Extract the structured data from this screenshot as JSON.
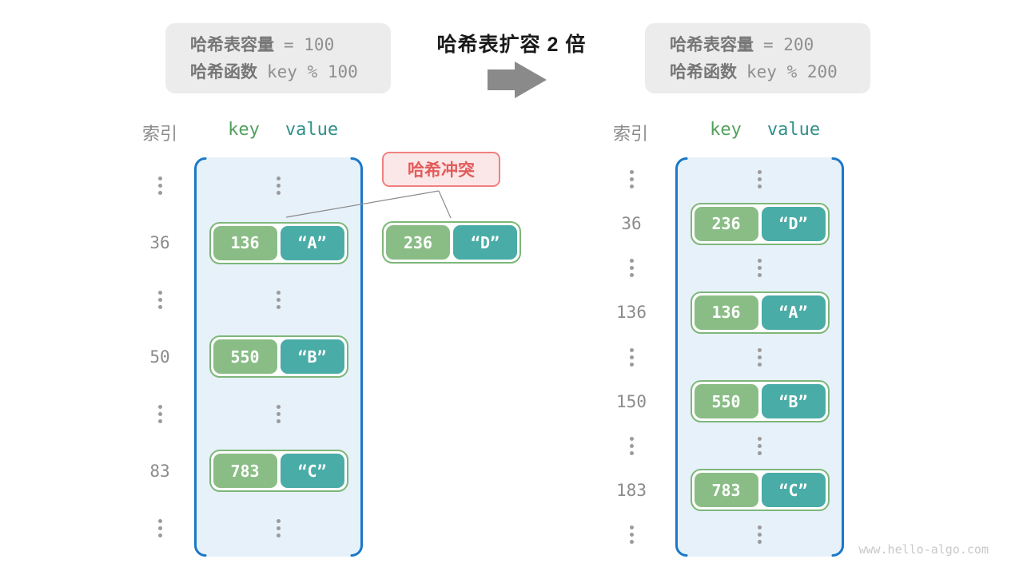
{
  "colors": {
    "accent-blue": "#1a78c8",
    "container-fill": "#e7f1fa",
    "key-green": "#8abd85",
    "pair-border-green": "#7db779",
    "value-teal": "#4aaca6",
    "header-key-green": "#52a05c",
    "header-value-teal": "#2f8f89",
    "conflict-red": "#e25c5c",
    "conflict-fill": "#fbe7e7",
    "conflict-border": "#f08080",
    "gray-text": "#8b8b8b",
    "dark-text": "#1a1a1a",
    "info-box-fill": "#ececec",
    "info-label-gray": "#767676",
    "info-value-gray": "#8f8f8f",
    "arrow-gray": "#8a8a8a",
    "watermark-gray": "#c9c9c9",
    "dots-gray": "#9b9b9b",
    "line-gray": "#8a8a8a"
  },
  "top": {
    "title": "哈希表扩容 2 倍",
    "left_box": {
      "lines": [
        {
          "label": "哈希表容量",
          "value": "= 100"
        },
        {
          "label": "哈希函数",
          "value": "key % 100"
        }
      ]
    },
    "right_box": {
      "lines": [
        {
          "label": "哈希表容量",
          "value": "= 200"
        },
        {
          "label": "哈希函数",
          "value": "key % 200"
        }
      ]
    }
  },
  "headers": {
    "index": "索引",
    "key": "key",
    "value": "value"
  },
  "left_table": {
    "rows": [
      {
        "type": "dots"
      },
      {
        "type": "pair",
        "index": "36",
        "key": "136",
        "value": "“A”"
      },
      {
        "type": "dots"
      },
      {
        "type": "pair",
        "index": "50",
        "key": "550",
        "value": "“B”"
      },
      {
        "type": "dots"
      },
      {
        "type": "pair",
        "index": "83",
        "key": "783",
        "value": "“C”"
      },
      {
        "type": "dots"
      }
    ]
  },
  "right_table": {
    "rows": [
      {
        "type": "dots"
      },
      {
        "type": "pair",
        "index": "36",
        "key": "236",
        "value": "“D”"
      },
      {
        "type": "dots"
      },
      {
        "type": "pair",
        "index": "136",
        "key": "136",
        "value": "“A”"
      },
      {
        "type": "dots"
      },
      {
        "type": "pair",
        "index": "150",
        "key": "550",
        "value": "“B”"
      },
      {
        "type": "dots"
      },
      {
        "type": "pair",
        "index": "183",
        "key": "783",
        "value": "“C”"
      },
      {
        "type": "dots"
      }
    ]
  },
  "conflict": {
    "label": "哈希冲突",
    "pair": {
      "key": "236",
      "value": "“D”"
    }
  },
  "watermark": "www.hello-algo.com"
}
